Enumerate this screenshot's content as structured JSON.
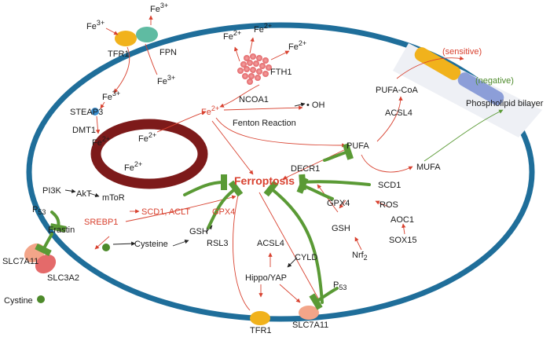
{
  "colors": {
    "membrane": "#1f6e9a",
    "nucleus": "#7d1a1a",
    "arrow_red": "#d8412f",
    "inhibit_green": "#5a9a35",
    "ferroptosis": "#d8412f",
    "sensitive": "#d8412f",
    "negative": "#5a9a35"
  },
  "labels": {
    "fe3_top": "Fe",
    "fe3_top_sup": "3+",
    "fe3_left": "Fe",
    "fe3_left_sup": "3+",
    "fe3_fpn": "Fe",
    "fe3_fpn_sup": "3+",
    "tfr1_top": "TFR1",
    "fpn": "FPN",
    "fe2_a": "Fe",
    "fe2_a_sup": "2+",
    "fe2_b": "Fe",
    "fe2_b_sup": "2+",
    "fe2_c": "Fe",
    "fe2_c_sup": "2+",
    "fth1": "FTH1",
    "ncoa1": "NCOA1",
    "fe3_inside": "Fe",
    "fe3_inside_sup": "3+",
    "steap3": "STEAP3",
    "dmt1": "DMT1",
    "fe2_nuc1": "Fe",
    "fe2_nuc1_sup": "2+",
    "fe2_nuc2": "Fe",
    "fe2_nuc2_sup": "2+",
    "fe2_nuc3": "Fe",
    "fe2_nuc3_sup": "2+",
    "fe2_center": "Fe",
    "fe2_center_sup": "2+",
    "oh": "• OH",
    "fenton": "Fenton Reaction",
    "pufa": "PUFA",
    "pufa_coa": "PUFA-CoA",
    "acsl4_top": "ACSL4",
    "mufa": "MUFA",
    "scd1": "SCD1",
    "decr1": "DECR1",
    "sensitive": "(sensitive)",
    "negative": "(negative)",
    "phospholipid": "Phospholipid bilayer",
    "ferroptosis": "Ferroptosis",
    "pi3k": "PI3K",
    "akt": "AkT",
    "mtor": "mToR",
    "srebp1": "SREBP1",
    "scd1_aclt": "SCD1, ACLT",
    "gpx4_left": "GPX4",
    "p53_left": "P",
    "p53_left_sub": "53",
    "erastin": "Erastin",
    "cysteine": "Cysteine",
    "gsh_left": "GSH",
    "rsl3": "RSL3",
    "slc7a11_left": "SLC7A11",
    "slc3a2": "SLC3A2",
    "cystine": "Cystine",
    "ros": "ROS",
    "gpx4_right": "GPX4",
    "gsh_right": "GSH",
    "nrf2": "Nrf",
    "nrf2_sub": "2",
    "aoc1": "AOC1",
    "sox15": "SOX15",
    "acsl4_bottom": "ACSL4",
    "cyld": "CYLD",
    "hippo": "Hippo/YAP",
    "p53_bottom": "P",
    "p53_bottom_sub": "53",
    "tfr1_bottom": "TFR1",
    "slc7a11_bottom": "SLC7A11"
  }
}
